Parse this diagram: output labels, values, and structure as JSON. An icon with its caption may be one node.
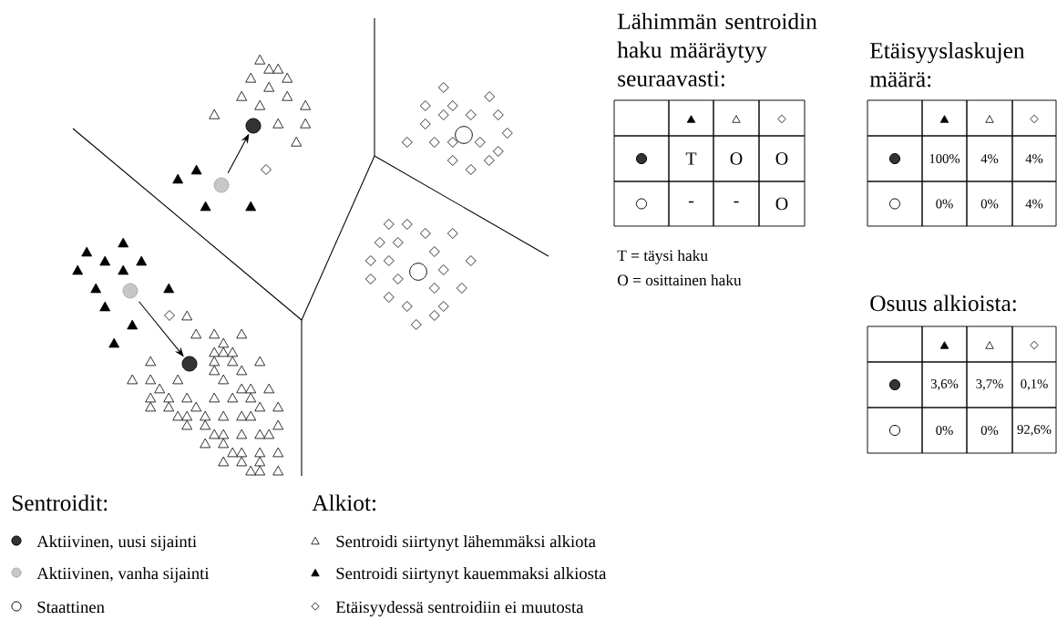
{
  "diagram": {
    "nodes": [
      {
        "text": [],
        "shape": "circle"
      },
      {
        "text": [],
        "shape": "circle"
      },
      {
        "text": [],
        "shape": "circle"
      },
      {
        "text": [],
        "shape": "circle"
      },
      {
        "text": [],
        "shape": "circle"
      },
      {
        "text": [],
        "shape": "circle"
      }
    ],
    "edges": [
      {
        "from": 0,
        "to": 1,
        "arrow": "to"
      },
      {
        "from": 2,
        "to": 3,
        "arrow": "to"
      }
    ],
    "labels": [
      "Lähimmän sentroidin haku määräytyy seuraavasti:",
      "T",
      "O",
      "O",
      "-",
      "-",
      "O",
      "T = täysi haku",
      "O = osittainen haku",
      "Etäisyyslaskujen määrä:",
      "100%",
      "4%",
      "4%",
      "0%",
      "0%",
      "4%",
      "Osuus alkioista:",
      "3,6%",
      "3,7%",
      "0,1%",
      "0%",
      "0%",
      "92,6%",
      "Sentroidit:",
      "Alkiot:"
    ],
    "legend": [
      {
        "text": "Aktiivinen, uusi sijainti"
      },
      {
        "text": "Aktiivinen, vanha sijainti"
      },
      {
        "text": "Staattinen"
      },
      {
        "text": "Sentroidi siirtynyt lähemmäksi alkiota"
      },
      {
        "text": "Sentroidi siirtynyt kauemmaksi alkiosta"
      },
      {
        "text": "Etäisyydessä sentroidiin ei muutosta"
      }
    ]
  }
}
